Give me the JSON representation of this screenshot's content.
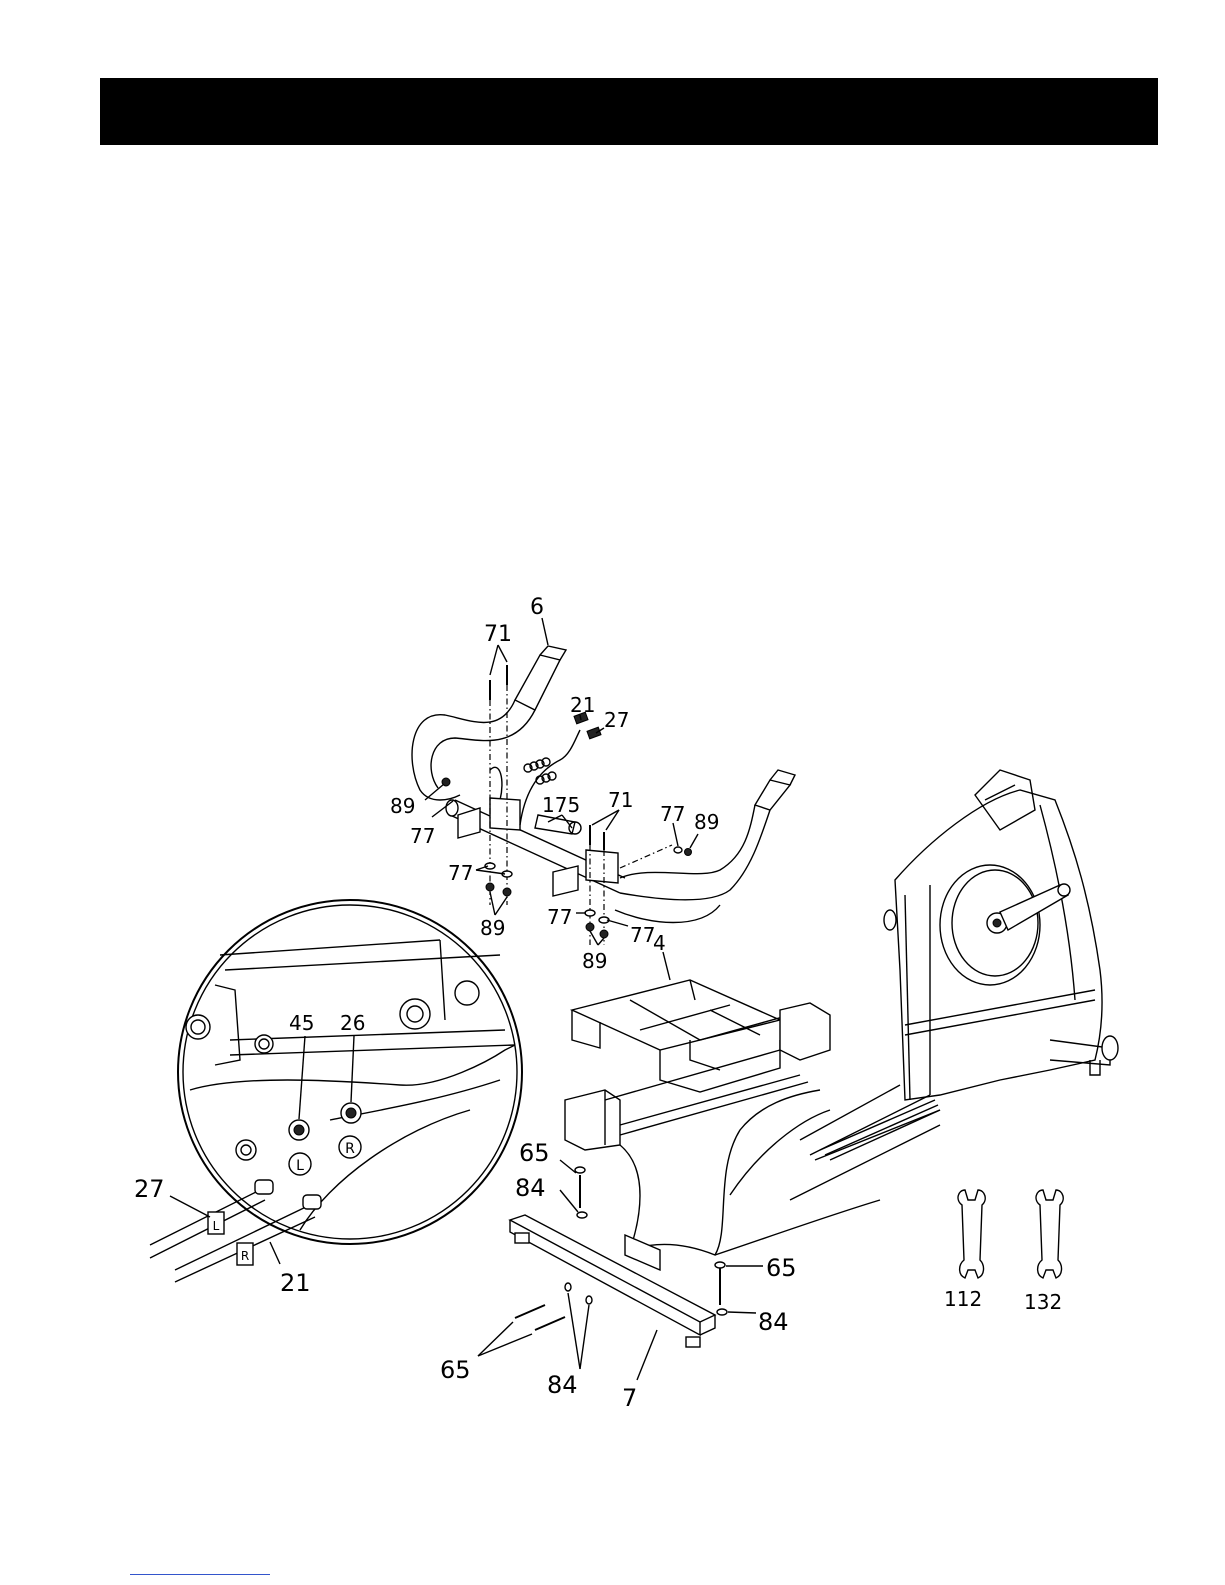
{
  "labels": {
    "l6": "6",
    "l71a": "71",
    "l21top": "21",
    "l27top": "27",
    "l89a": "89",
    "l77a": "77",
    "l175": "175",
    "l71b": "71",
    "l77b": "77",
    "l89b": "89",
    "l77c": "77",
    "l89c": "89",
    "l77d": "77",
    "l77e": "77",
    "l89d": "89",
    "l4": "4",
    "l45": "45",
    "l26": "26",
    "l27": "27",
    "l21": "21",
    "l65a": "65",
    "l84a": "84",
    "l65b": "65",
    "l84b": "84",
    "l65c": "65",
    "l84c": "84",
    "l7": "7",
    "l112": "112",
    "l132": "132"
  },
  "markings": {
    "L": "L",
    "R": "R"
  }
}
